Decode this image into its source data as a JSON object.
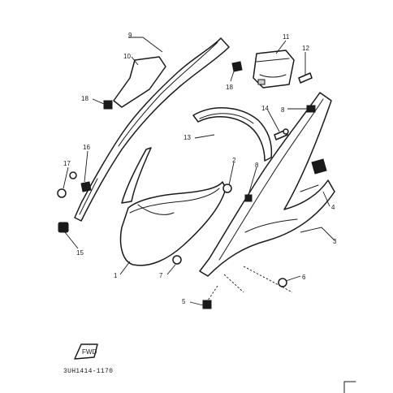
{
  "callouts": {
    "c1": "1",
    "c2": "2",
    "c3": "3",
    "c4": "4",
    "c5": "5",
    "c6": "6",
    "c7": "7",
    "c8a": "8",
    "c8b": "8",
    "c9": "9",
    "c10": "10",
    "c11": "11",
    "c12": "12",
    "c13": "13",
    "c14": "14",
    "c15": "15",
    "c16": "16",
    "c17": "17",
    "c18a": "18",
    "c18b": "18"
  },
  "fwd_label": "FWD",
  "diagram_code": "3UH1414-1170"
}
